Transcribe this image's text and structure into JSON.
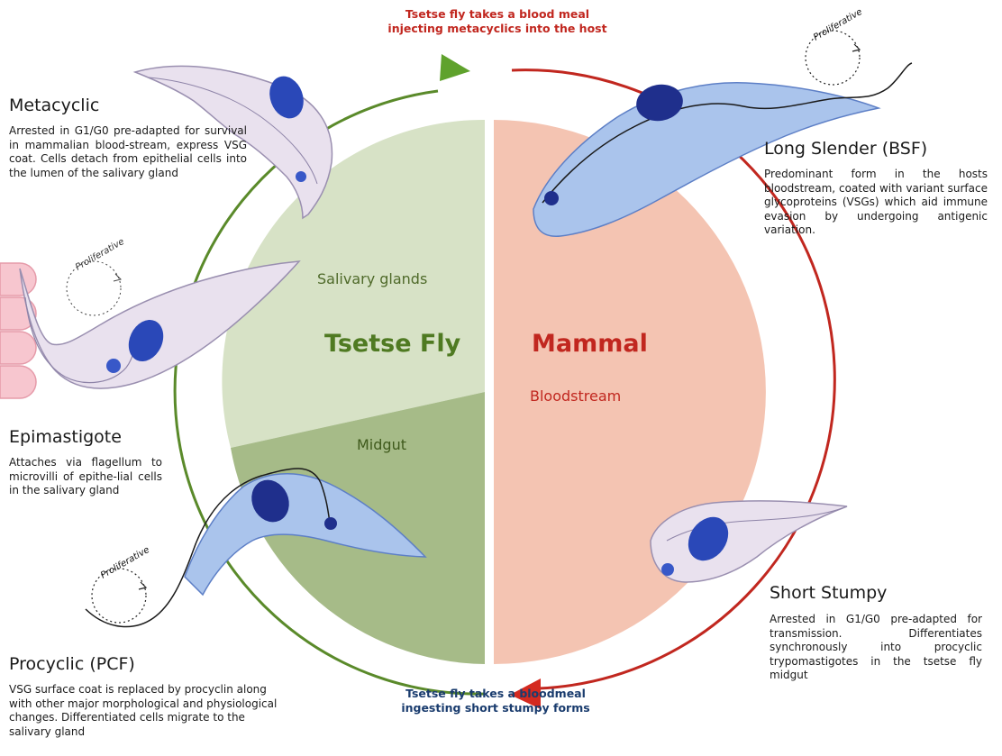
{
  "transmission": {
    "top_line1": "Tsetse fly takes a blood meal",
    "top_line2": "injecting metacyclics into the host",
    "bottom_line1": "Tsetse fly takes a bloodmeal",
    "bottom_line2": "ingesting short stumpy forms"
  },
  "hosts": {
    "fly": "Tsetse Fly",
    "mammal": "Mammal"
  },
  "regions": {
    "salivary": "Salivary glands",
    "midgut": "Midgut",
    "bloodstream": "Bloodstream"
  },
  "proliferative_label": "Proliferative",
  "stages": {
    "metacyclic": {
      "title": "Metacyclic",
      "desc": "Arrested in G1/G0 pre-adapted for survival in mammalian blood-stream, express VSG coat. Cells detach from epithelial cells into the lumen of the salivary gland"
    },
    "epimastigote": {
      "title": "Epimastigote",
      "desc": "Attaches via flagellum to microvilli of epithe-lial cells in the salivary gland"
    },
    "procyclic": {
      "title": "Procyclic (PCF)",
      "desc": "VSG surface coat is replaced by procyclin along with other major morphological and physiological changes. Differentiated cells migrate to the salivary gland"
    },
    "long_slender": {
      "title": "Long Slender (BSF)",
      "desc": "Predominant form in the hosts bloodstream, coated with variant surface glycoproteins (VSGs) which aid immune evasion by undergoing antigenic variation."
    },
    "short_stumpy": {
      "title": "Short Stumpy",
      "desc": "Arrested in G1/G0 pre-adapted for transmission. Differentiates synchronously into procyclic trypomastigotes in the tsetse fly midgut"
    }
  },
  "colors": {
    "fly_green": "#4f7a22",
    "mammal_red": "#c1271f",
    "salivary_fill": "#d7e2c6",
    "midgut_fill": "#a6bb88",
    "bloodstream_fill": "#f4c4b2",
    "cell_fill": "#aac4ec",
    "cell_pale": "#e9e1ee",
    "nucleus": "#2a48b8"
  }
}
